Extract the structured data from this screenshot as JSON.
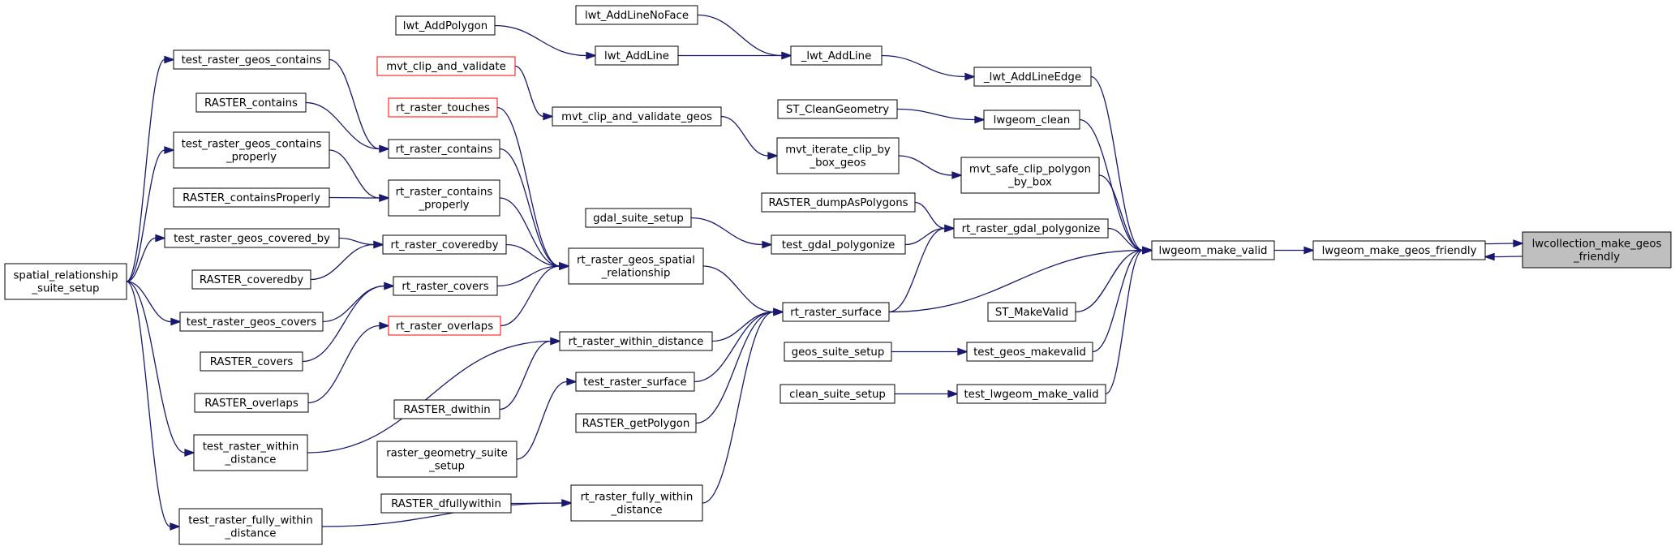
{
  "graph": {
    "colors": {
      "edge": "#191970",
      "focus_fill": "#bfbfbf",
      "link_border": "#ff0000",
      "border": "#000000"
    },
    "nodes": {
      "lwcollection_make_geos_friendly": {
        "lines": [
          "lwcollection_make_geos",
          "_friendly"
        ],
        "style": "focus"
      },
      "lwgeom_make_geos_friendly": {
        "lines": [
          "lwgeom_make_geos_friendly"
        ]
      },
      "lwgeom_make_valid": {
        "lines": [
          "lwgeom_make_valid"
        ]
      },
      "_lwt_AddLineEdge": {
        "lines": [
          "_lwt_AddLineEdge"
        ]
      },
      "lwgeom_clean": {
        "lines": [
          "lwgeom_clean"
        ]
      },
      "mvt_safe_clip_polygon_by_box": {
        "lines": [
          "mvt_safe_clip_polygon",
          "_by_box"
        ]
      },
      "rt_raster_gdal_polygonize": {
        "lines": [
          "rt_raster_gdal_polygonize"
        ]
      },
      "rt_raster_surface": {
        "lines": [
          "rt_raster_surface"
        ]
      },
      "ST_MakeValid": {
        "lines": [
          "ST_MakeValid"
        ]
      },
      "test_geos_makevalid": {
        "lines": [
          "test_geos_makevalid"
        ]
      },
      "test_lwgeom_make_valid": {
        "lines": [
          "test_lwgeom_make_valid"
        ]
      },
      "_lwt_AddLine": {
        "lines": [
          "_lwt_AddLine"
        ]
      },
      "lwt_AddLineNoFace": {
        "lines": [
          "lwt_AddLineNoFace"
        ]
      },
      "lwt_AddLine": {
        "lines": [
          "lwt_AddLine"
        ]
      },
      "lwt_AddPolygon": {
        "lines": [
          "lwt_AddPolygon"
        ]
      },
      "ST_CleanGeometry": {
        "lines": [
          "ST_CleanGeometry"
        ]
      },
      "mvt_iterate_clip_by_box_geos": {
        "lines": [
          "mvt_iterate_clip_by",
          "_box_geos"
        ]
      },
      "mvt_clip_and_validate_geos": {
        "lines": [
          "mvt_clip_and_validate_geos"
        ]
      },
      "mvt_clip_and_validate": {
        "lines": [
          "mvt_clip_and_validate"
        ],
        "style": "red"
      },
      "RASTER_dumpAsPolygons": {
        "lines": [
          "RASTER_dumpAsPolygons"
        ]
      },
      "test_gdal_polygonize": {
        "lines": [
          "test_gdal_polygonize"
        ]
      },
      "gdal_suite_setup": {
        "lines": [
          "gdal_suite_setup"
        ]
      },
      "rt_raster_geos_spatial_relationship": {
        "lines": [
          "rt_raster_geos_spatial",
          "_relationship"
        ]
      },
      "rt_raster_within_distance": {
        "lines": [
          "rt_raster_within_distance"
        ]
      },
      "test_raster_surface": {
        "lines": [
          "test_raster_surface"
        ]
      },
      "RASTER_getPolygon": {
        "lines": [
          "RASTER_getPolygon"
        ]
      },
      "rt_raster_fully_within_distance": {
        "lines": [
          "rt_raster_fully_within",
          "_distance"
        ]
      },
      "geos_suite_setup": {
        "lines": [
          "geos_suite_setup"
        ]
      },
      "clean_suite_setup": {
        "lines": [
          "clean_suite_setup"
        ]
      },
      "rt_raster_touches": {
        "lines": [
          "rt_raster_touches"
        ],
        "style": "red"
      },
      "rt_raster_contains": {
        "lines": [
          "rt_raster_contains"
        ]
      },
      "rt_raster_contains_properly": {
        "lines": [
          "rt_raster_contains",
          "_properly"
        ]
      },
      "rt_raster_coveredby": {
        "lines": [
          "rt_raster_coveredby"
        ]
      },
      "rt_raster_covers": {
        "lines": [
          "rt_raster_covers"
        ]
      },
      "rt_raster_overlaps": {
        "lines": [
          "rt_raster_overlaps"
        ],
        "style": "red"
      },
      "test_raster_geos_contains": {
        "lines": [
          "test_raster_geos_contains"
        ]
      },
      "RASTER_contains": {
        "lines": [
          "RASTER_contains"
        ]
      },
      "test_raster_geos_contains_properly": {
        "lines": [
          "test_raster_geos_contains",
          "_properly"
        ]
      },
      "RASTER_containsProperly": {
        "lines": [
          "RASTER_containsProperly"
        ]
      },
      "test_raster_geos_covered_by": {
        "lines": [
          "test_raster_geos_covered_by"
        ]
      },
      "RASTER_coveredby": {
        "lines": [
          "RASTER_coveredby"
        ]
      },
      "test_raster_geos_covers": {
        "lines": [
          "test_raster_geos_covers"
        ]
      },
      "RASTER_covers": {
        "lines": [
          "RASTER_covers"
        ]
      },
      "RASTER_overlaps": {
        "lines": [
          "RASTER_overlaps"
        ]
      },
      "RASTER_dwithin": {
        "lines": [
          "RASTER_dwithin"
        ]
      },
      "raster_geometry_suite_setup": {
        "lines": [
          "raster_geometry_suite",
          "_setup"
        ]
      },
      "RASTER_dfullywithin": {
        "lines": [
          "RASTER_dfullywithin"
        ]
      },
      "test_raster_within_distance": {
        "lines": [
          "test_raster_within",
          "_distance"
        ]
      },
      "test_raster_fully_within_distance": {
        "lines": [
          "test_raster_fully_within",
          "_distance"
        ]
      },
      "spatial_relationship_suite_setup": {
        "lines": [
          "spatial_relationship",
          "_suite_setup"
        ]
      }
    },
    "edges": [
      [
        "lwcollection_make_geos_friendly",
        "lwgeom_make_geos_friendly"
      ],
      [
        "lwgeom_make_geos_friendly",
        "lwcollection_make_geos_friendly"
      ],
      [
        "lwgeom_make_geos_friendly",
        "lwgeom_make_valid"
      ],
      [
        "lwgeom_make_valid",
        "_lwt_AddLineEdge"
      ],
      [
        "lwgeom_make_valid",
        "lwgeom_clean"
      ],
      [
        "lwgeom_make_valid",
        "mvt_safe_clip_polygon_by_box"
      ],
      [
        "lwgeom_make_valid",
        "rt_raster_gdal_polygonize"
      ],
      [
        "lwgeom_make_valid",
        "rt_raster_surface"
      ],
      [
        "lwgeom_make_valid",
        "ST_MakeValid"
      ],
      [
        "lwgeom_make_valid",
        "test_geos_makevalid"
      ],
      [
        "lwgeom_make_valid",
        "test_lwgeom_make_valid"
      ],
      [
        "_lwt_AddLineEdge",
        "_lwt_AddLine"
      ],
      [
        "_lwt_AddLine",
        "lwt_AddLineNoFace"
      ],
      [
        "_lwt_AddLine",
        "lwt_AddLine"
      ],
      [
        "lwt_AddLine",
        "lwt_AddPolygon"
      ],
      [
        "lwgeom_clean",
        "ST_CleanGeometry"
      ],
      [
        "mvt_safe_clip_polygon_by_box",
        "mvt_iterate_clip_by_box_geos"
      ],
      [
        "mvt_iterate_clip_by_box_geos",
        "mvt_clip_and_validate_geos"
      ],
      [
        "mvt_clip_and_validate_geos",
        "mvt_clip_and_validate"
      ],
      [
        "rt_raster_gdal_polygonize",
        "RASTER_dumpAsPolygons"
      ],
      [
        "rt_raster_gdal_polygonize",
        "test_gdal_polygonize"
      ],
      [
        "rt_raster_gdal_polygonize",
        "rt_raster_surface"
      ],
      [
        "test_gdal_polygonize",
        "gdal_suite_setup"
      ],
      [
        "rt_raster_surface",
        "rt_raster_geos_spatial_relationship"
      ],
      [
        "rt_raster_surface",
        "rt_raster_within_distance"
      ],
      [
        "rt_raster_surface",
        "test_raster_surface"
      ],
      [
        "rt_raster_surface",
        "RASTER_getPolygon"
      ],
      [
        "rt_raster_surface",
        "rt_raster_fully_within_distance"
      ],
      [
        "test_geos_makevalid",
        "geos_suite_setup"
      ],
      [
        "test_lwgeom_make_valid",
        "clean_suite_setup"
      ],
      [
        "rt_raster_geos_spatial_relationship",
        "rt_raster_touches"
      ],
      [
        "rt_raster_geos_spatial_relationship",
        "rt_raster_contains"
      ],
      [
        "rt_raster_geos_spatial_relationship",
        "rt_raster_contains_properly"
      ],
      [
        "rt_raster_geos_spatial_relationship",
        "rt_raster_coveredby"
      ],
      [
        "rt_raster_geos_spatial_relationship",
        "rt_raster_covers"
      ],
      [
        "rt_raster_geos_spatial_relationship",
        "rt_raster_overlaps"
      ],
      [
        "rt_raster_contains",
        "test_raster_geos_contains"
      ],
      [
        "rt_raster_contains",
        "RASTER_contains"
      ],
      [
        "rt_raster_contains_properly",
        "test_raster_geos_contains_properly"
      ],
      [
        "rt_raster_contains_properly",
        "RASTER_containsProperly"
      ],
      [
        "rt_raster_coveredby",
        "test_raster_geos_covered_by"
      ],
      [
        "rt_raster_coveredby",
        "RASTER_coveredby"
      ],
      [
        "rt_raster_covers",
        "test_raster_geos_covers"
      ],
      [
        "rt_raster_covers",
        "RASTER_covers"
      ],
      [
        "rt_raster_overlaps",
        "RASTER_overlaps"
      ],
      [
        "rt_raster_within_distance",
        "RASTER_dwithin"
      ],
      [
        "rt_raster_within_distance",
        "test_raster_within_distance"
      ],
      [
        "test_raster_surface",
        "raster_geometry_suite_setup"
      ],
      [
        "rt_raster_fully_within_distance",
        "RASTER_dfullywithin"
      ],
      [
        "rt_raster_fully_within_distance",
        "test_raster_fully_within_distance"
      ],
      [
        "test_raster_geos_contains",
        "spatial_relationship_suite_setup"
      ],
      [
        "test_raster_geos_contains_properly",
        "spatial_relationship_suite_setup"
      ],
      [
        "test_raster_geos_covered_by",
        "spatial_relationship_suite_setup"
      ],
      [
        "test_raster_geos_covers",
        "spatial_relationship_suite_setup"
      ],
      [
        "test_raster_within_distance",
        "spatial_relationship_suite_setup"
      ],
      [
        "test_raster_fully_within_distance",
        "spatial_relationship_suite_setup"
      ]
    ]
  }
}
